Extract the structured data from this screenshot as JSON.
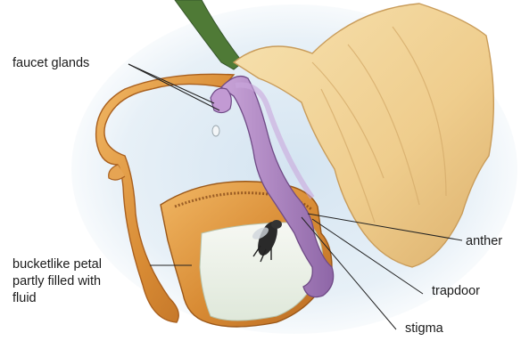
{
  "labels": {
    "faucet_glands": "faucet glands",
    "anther": "anther",
    "trapdoor": "trapdoor",
    "stigma": "stigma",
    "bucket_petal": [
      "bucketlike petal",
      "partly filled with",
      "fluid"
    ]
  },
  "colors": {
    "background_glow": "#dfeaf4",
    "petal_orange": "#d9913f",
    "petal_light": "#f2c27a",
    "petal_dark": "#a9601f",
    "fluid": "#eef3ea",
    "purple_column": "#b48ac6",
    "purple_dark": "#7e5796",
    "cream_petal": "#f3d9a2",
    "cream_dark": "#d8b477",
    "stem_green": "#4f7a36",
    "bee": "#2a2a2a",
    "leader": "#222222"
  }
}
